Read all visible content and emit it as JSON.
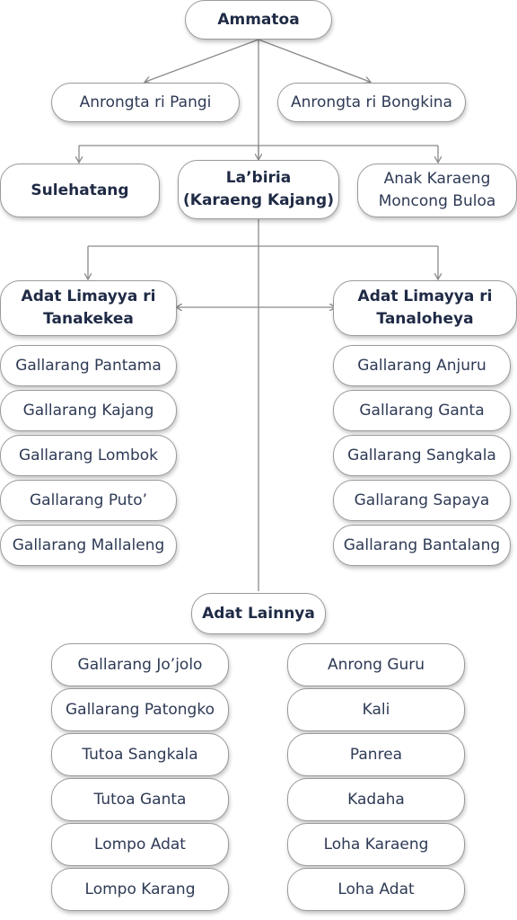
{
  "root": "Ammatoa",
  "advisors": [
    "Anrongta ri Pangi",
    "Anrongta ri Bongkina"
  ],
  "second_level": {
    "left": "Sulehatang",
    "center": "La’biria\n(Karaeng Kajang)",
    "right": "Anak Karaeng\nMoncong Buloa"
  },
  "adat_left": {
    "title": "Adat Limayya ri\nTanakekea",
    "members": [
      "Gallarang Pantama",
      "Gallarang Kajang",
      "Gallarang Lombok",
      "Gallarang Puto’",
      "Gallarang Mallaleng"
    ]
  },
  "adat_right": {
    "title": "Adat Limayya ri\nTanaloheya",
    "members": [
      "Gallarang Anjuru",
      "Gallarang Ganta",
      "Gallarang Sangkala",
      "Gallarang Sapaya",
      "Gallarang Bantalang"
    ]
  },
  "adat_lainnya": {
    "title": "Adat Lainnya",
    "left_members": [
      "Gallarang Jo’jolo",
      "Gallarang Patongko",
      "Tutoa Sangkala",
      "Tutoa Ganta",
      "Lompo Adat",
      "Lompo Karang"
    ],
    "right_members": [
      "Anrong Guru",
      "Kali",
      "Panrea",
      "Kadaha",
      "Loha Karaeng",
      "Loha Adat"
    ]
  },
  "colors": {
    "border": "#9a9a9a",
    "line": "#8a8a8a",
    "text": "#2e3a55"
  }
}
